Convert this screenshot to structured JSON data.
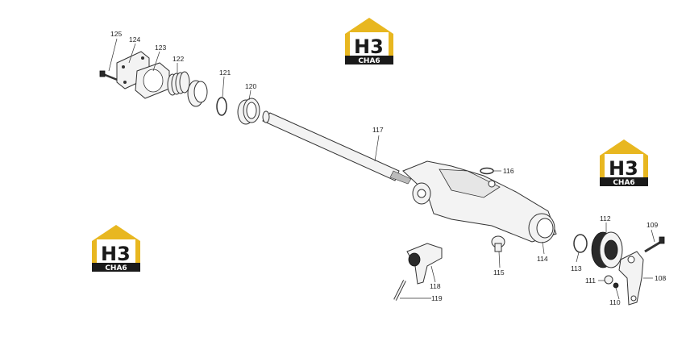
{
  "logo": {
    "letters": "H3",
    "caption": "CHA6",
    "house_color": "#e8b720",
    "box_color": "#1a1a1a"
  },
  "callouts": [
    "125",
    "124",
    "123",
    "122",
    "121",
    "120",
    "117",
    "116",
    "112",
    "109",
    "108",
    "110",
    "111",
    "113",
    "114",
    "115",
    "118",
    "119"
  ]
}
